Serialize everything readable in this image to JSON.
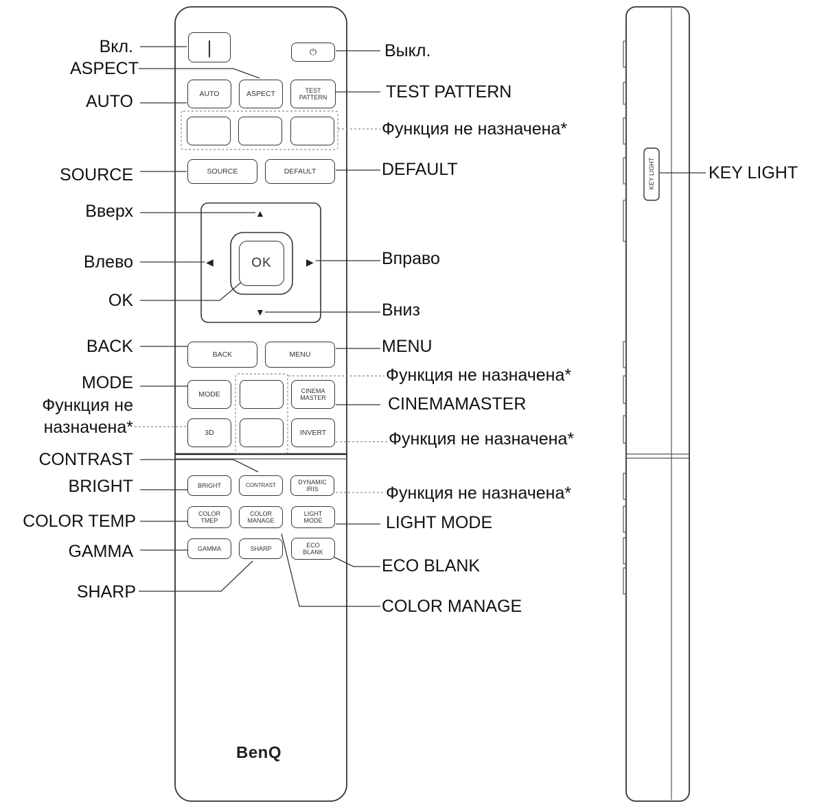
{
  "buttons": {
    "power_on_glyph": "|",
    "power_off_glyph": "⏻",
    "auto": "AUTO",
    "aspect": "ASPECT",
    "test_pattern_1": "TEST",
    "test_pattern_2": "PATTERN",
    "source": "SOURCE",
    "default": "DEFAULT",
    "ok": "OK",
    "back": "BACK",
    "menu": "MENU",
    "mode": "MODE",
    "cinema_master_1": "CINEMA",
    "cinema_master_2": "MASTER",
    "three_d": "3D",
    "invert": "INVERT",
    "bright": "BRIGHT",
    "contrast": "CONTRAST",
    "dynamic_iris_1": "DYNAMIC",
    "dynamic_iris_2": "IRIS",
    "color_temp_1": "COLOR",
    "color_temp_2": "TMEP",
    "color_manage_1": "COLOR",
    "color_manage_2": "MANAGE",
    "light_mode_1": "LIGHT",
    "light_mode_2": "MODE",
    "gamma": "GAMMA",
    "sharp": "SHARP",
    "eco_blank_1": "ECO",
    "eco_blank_2": "BLANK",
    "key_light": "KEY LIGHT",
    "brand": "BenQ"
  },
  "labels": {
    "vkl": "Вкл.",
    "vykl": "Выкл.",
    "aspect": "ASPECT",
    "auto": "AUTO",
    "test_pattern": "TEST PATTERN",
    "unassigned_top": "Функция не назначена*",
    "source": "SOURCE",
    "default": "DEFAULT",
    "vverh": "Вверх",
    "vlevo": "Влево",
    "vpravo": "Вправо",
    "ok": "OK",
    "vniz": "Вниз",
    "back": "BACK",
    "menu": "MENU",
    "mode": "MODE",
    "unassigned_mid": "Функция не назначена*",
    "unassigned_left_1": "Функция не",
    "unassigned_left_2": "назначена*",
    "cinemamaster": "CINEMAMASTER",
    "unassigned_invert": "Функция не назначена*",
    "contrast": "CONTRAST",
    "bright": "BRIGHT",
    "unassigned_dynamic": "Функция не назначена*",
    "color_temp": "COLOR TEMP",
    "light_mode": "LIGHT MODE",
    "gamma": "GAMMA",
    "eco_blank": "ECO BLANK",
    "sharp": "SHARP",
    "color_manage": "COLOR MANAGE",
    "key_light": "KEY LIGHT"
  }
}
